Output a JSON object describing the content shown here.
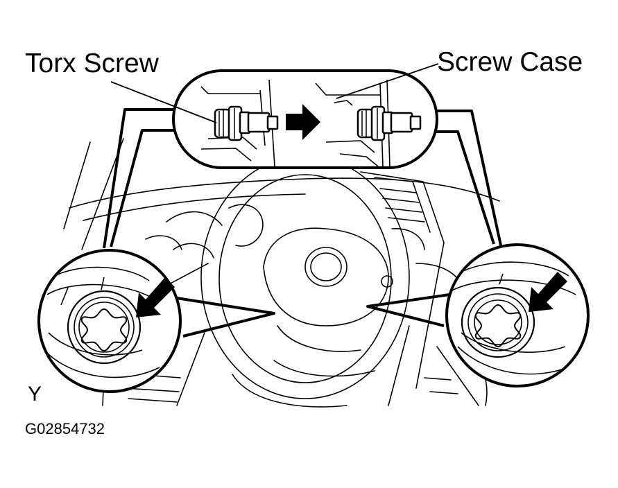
{
  "labels": {
    "torx_screw": "Torx Screw",
    "screw_case": "Screw Case",
    "view_letter": "Y",
    "figure_code": "G02854732"
  },
  "icons": {
    "direction_arrow": "arrow-right-icon",
    "left_pointer": "arrow-down-left-icon",
    "right_pointer": "arrow-down-left-icon"
  },
  "colors": {
    "ink": "#000000",
    "paper": "#ffffff"
  }
}
